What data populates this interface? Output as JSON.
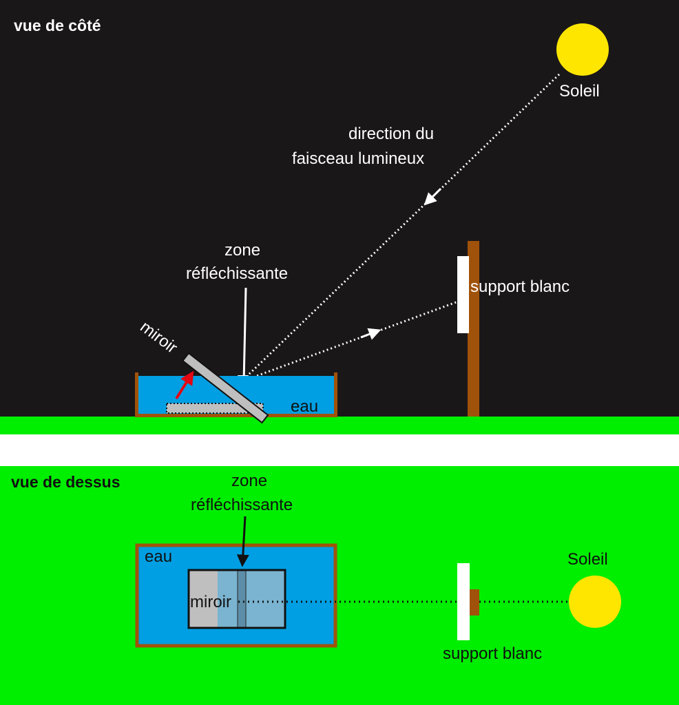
{
  "side_view": {
    "title": "vue de côté",
    "sun_label": "Soleil",
    "beam_label": [
      "direction du",
      "faisceau lumineux"
    ],
    "zone_label": [
      "zone",
      "réfléchissante"
    ],
    "screen_label": "support blanc",
    "mirror_label": "miroir",
    "water_label": "eau"
  },
  "top_view": {
    "title": "vue de dessus",
    "zone_label": [
      "zone",
      "réfléchissante"
    ],
    "water_label": "eau",
    "mirror_label": "miroir",
    "sun_label": "Soleil",
    "screen_label": "support blanc"
  },
  "colors": {
    "night_sky": "#1a1718",
    "grass": "#00ee00",
    "water": "#009fe3",
    "wood": "#a0520a",
    "sun": "#ffe600",
    "mirror": "#bfbfbf",
    "mirror_tint": "#7ab4d0",
    "arrow_red": "#e30613"
  }
}
